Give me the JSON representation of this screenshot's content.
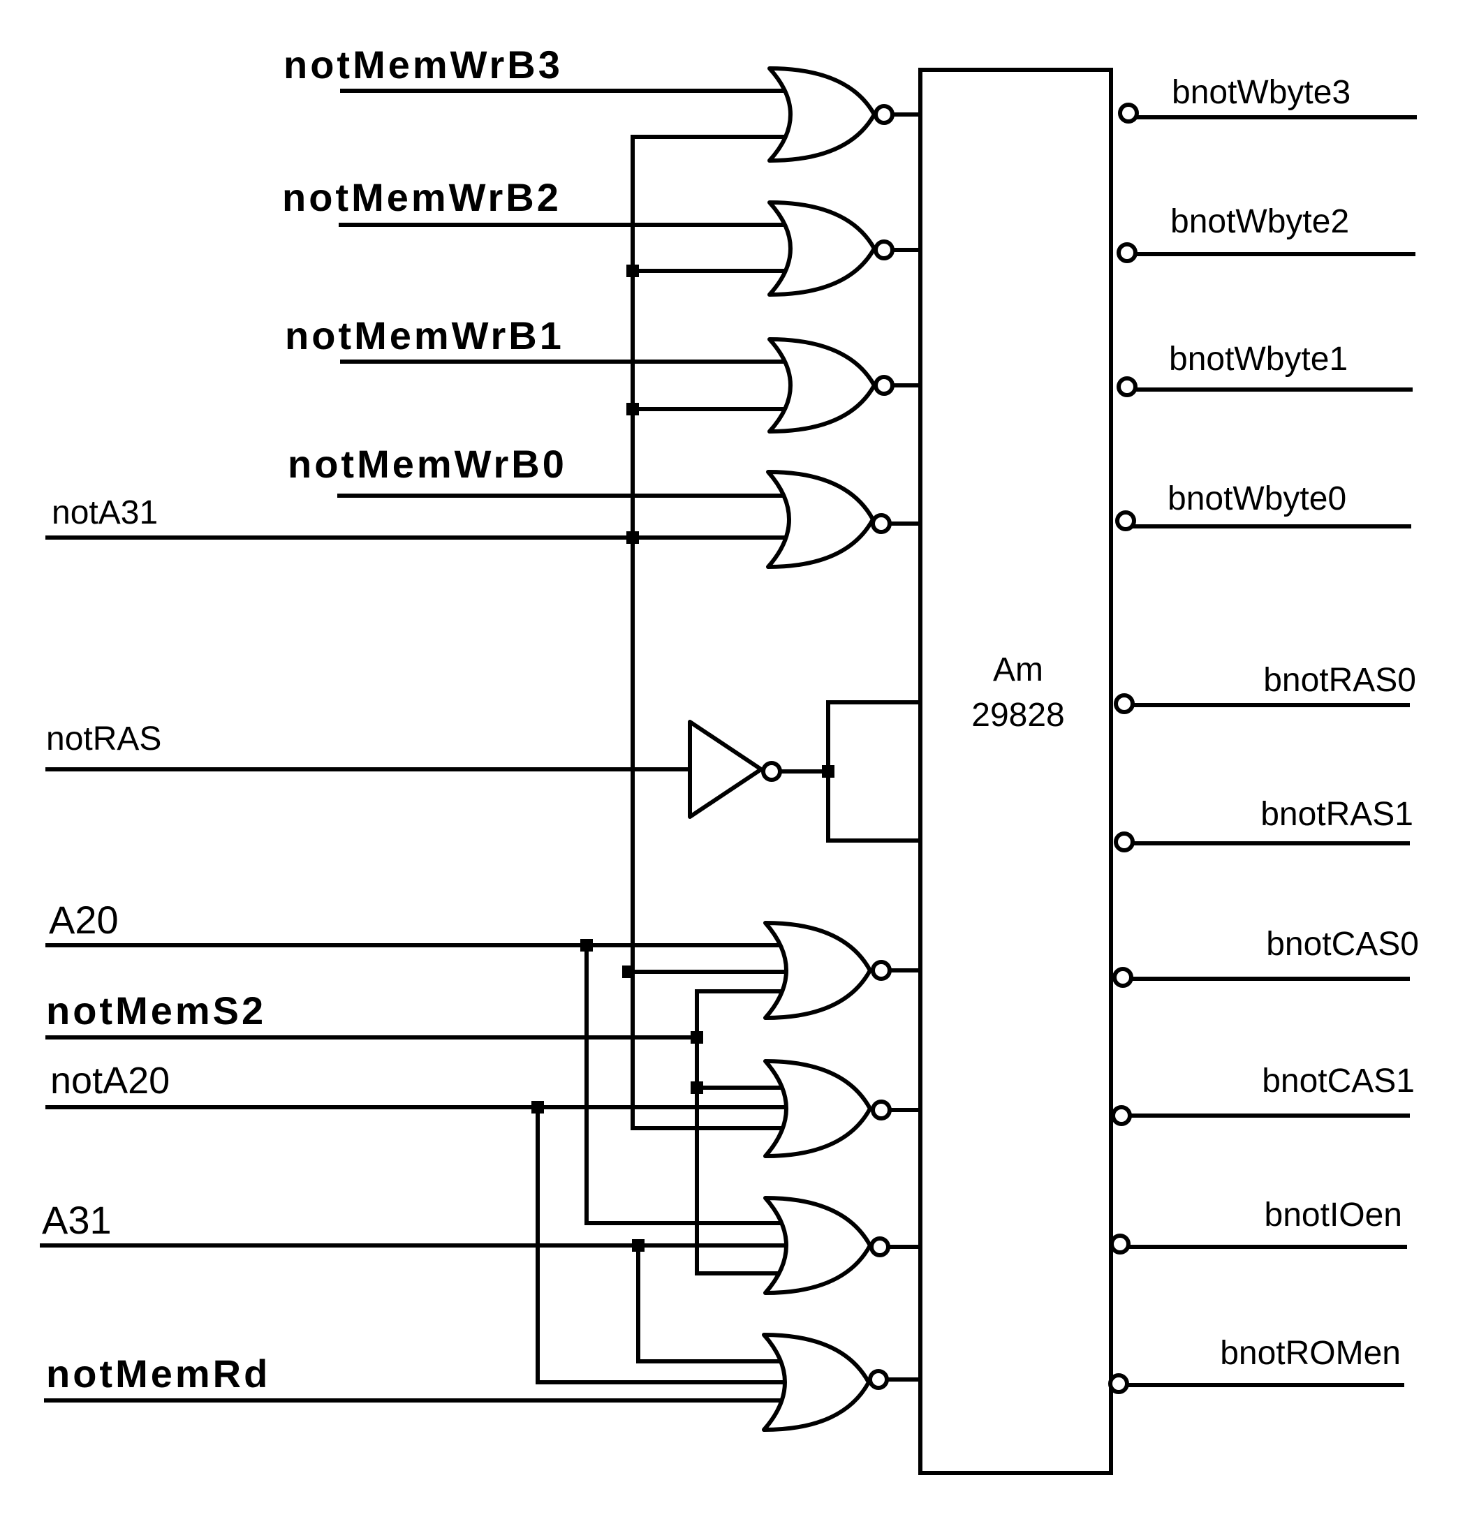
{
  "inputs": {
    "notMemWrB3": "notMemWrB3",
    "notMemWrB2": "notMemWrB2",
    "notMemWrB1": "notMemWrB1",
    "notMemWrB0": "notMemWrB0",
    "notA31": "notA31",
    "notRAS": "notRAS",
    "A20": "A20",
    "notMemS2": "notMemS2",
    "notA20": "notA20",
    "A31": "A31",
    "notMemRd": "notMemRd"
  },
  "chip": {
    "line1": "Am",
    "line2": "29828"
  },
  "outputs": {
    "bnotWbyte3": "bnotWbyte3",
    "bnotWbyte2": "bnotWbyte2",
    "bnotWbyte1": "bnotWbyte1",
    "bnotWbyte0": "bnotWbyte0",
    "bnotRAS0": "bnotRAS0",
    "bnotRAS1": "bnotRAS1",
    "bnotCAS0": "bnotCAS0",
    "bnotCAS1": "bnotCAS1",
    "bnotIOen": "bnotIOen",
    "bnotROMen": "bnotROMen"
  }
}
